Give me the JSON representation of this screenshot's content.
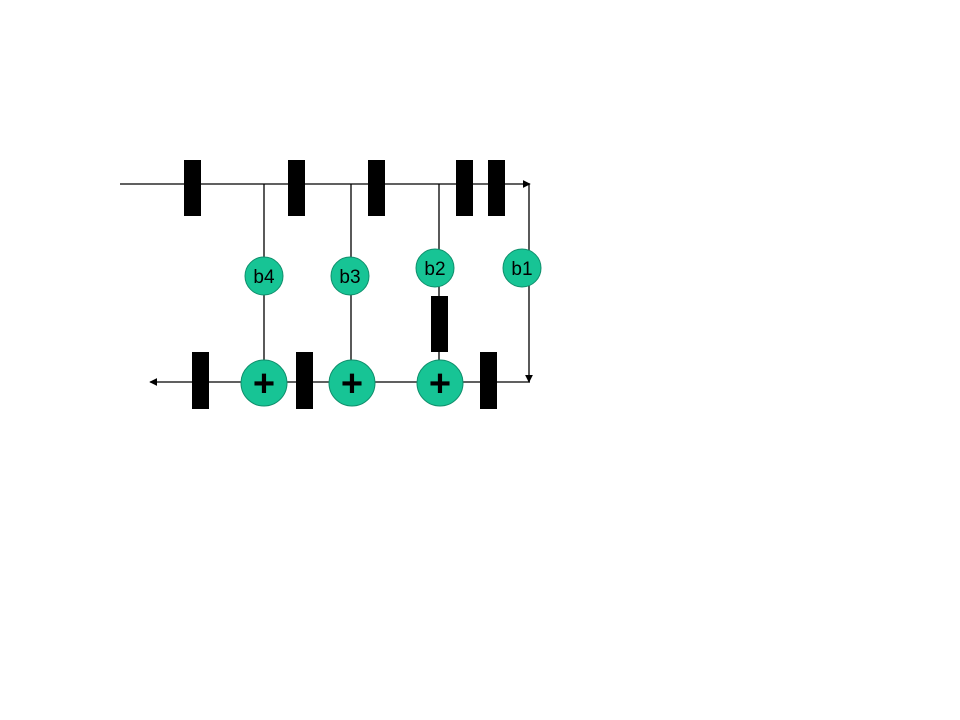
{
  "colors": {
    "node_fill": "#17C495",
    "node_stroke": "#0F8F6C",
    "line": "#000000",
    "register": "#000000",
    "background": "#FFFFFF"
  },
  "coefficients": [
    {
      "id": "b4",
      "label": "b4"
    },
    {
      "id": "b3",
      "label": "b3"
    },
    {
      "id": "b2",
      "label": "b2"
    },
    {
      "id": "b1",
      "label": "b1"
    }
  ],
  "adders": [
    {
      "id": "adder-1",
      "symbol": "+"
    },
    {
      "id": "adder-2",
      "symbol": "+"
    },
    {
      "id": "adder-3",
      "symbol": "+"
    }
  ]
}
